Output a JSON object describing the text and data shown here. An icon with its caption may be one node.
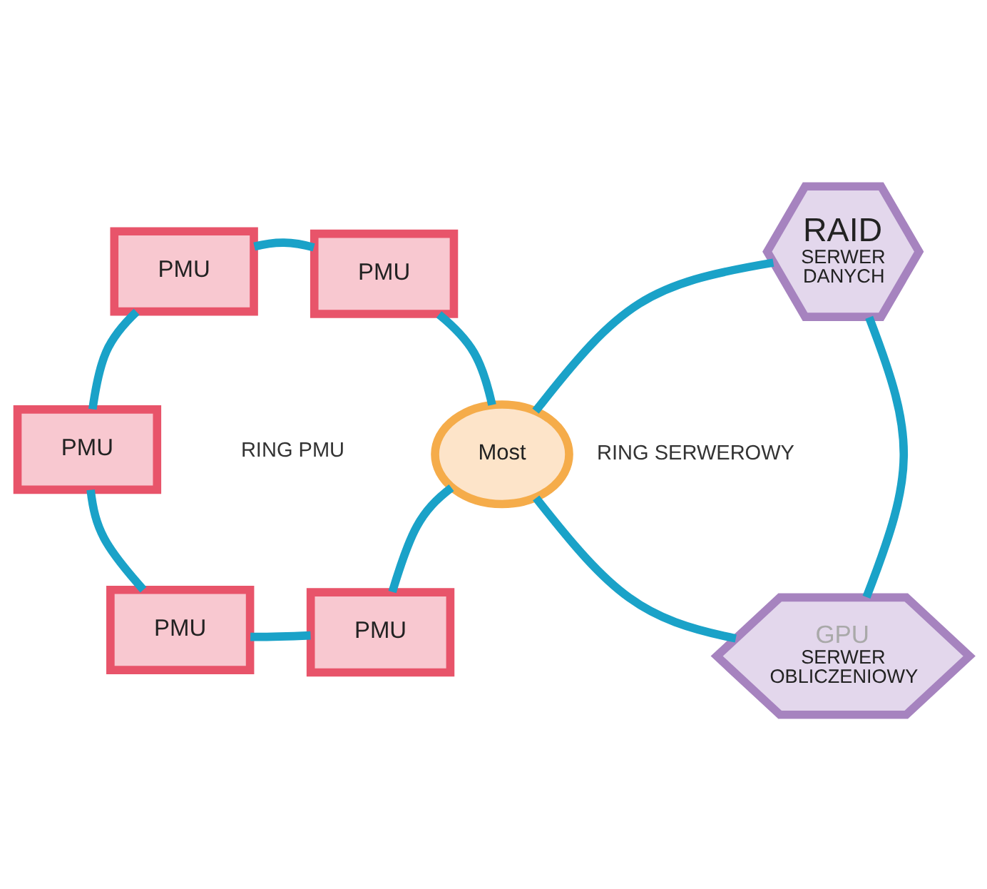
{
  "diagram": {
    "nodes": [
      {
        "text": [
          "PMU"
        ]
      },
      {
        "text": [
          "PMU"
        ]
      },
      {
        "text": [
          "RAID",
          "SERWER DANYCH"
        ]
      },
      {
        "text": [
          "PMU"
        ]
      },
      {
        "text": [
          "Most"
        ]
      },
      {
        "text": [
          "PMU"
        ]
      },
      {
        "text": [
          "PMU"
        ]
      },
      {
        "text": [
          "GPU",
          "SERWER OBLICZENIOWY"
        ]
      }
    ],
    "edges": [
      {
        "from": 0,
        "to": 1,
        "arrow": "none"
      },
      {
        "from": 1,
        "to": 4,
        "arrow": "none"
      },
      {
        "from": 4,
        "to": 5,
        "arrow": "none"
      },
      {
        "from": 5,
        "to": 6,
        "arrow": "none"
      },
      {
        "from": 6,
        "to": 3,
        "arrow": "none"
      },
      {
        "from": 3,
        "to": 0,
        "arrow": "none"
      },
      {
        "from": 4,
        "to": 2,
        "arrow": "none"
      },
      {
        "from": 2,
        "to": 7,
        "arrow": "none"
      },
      {
        "from": 7,
        "to": 4,
        "arrow": "none"
      }
    ],
    "labels": [
      "RING PMU",
      "RING SERWEROWY"
    ]
  }
}
